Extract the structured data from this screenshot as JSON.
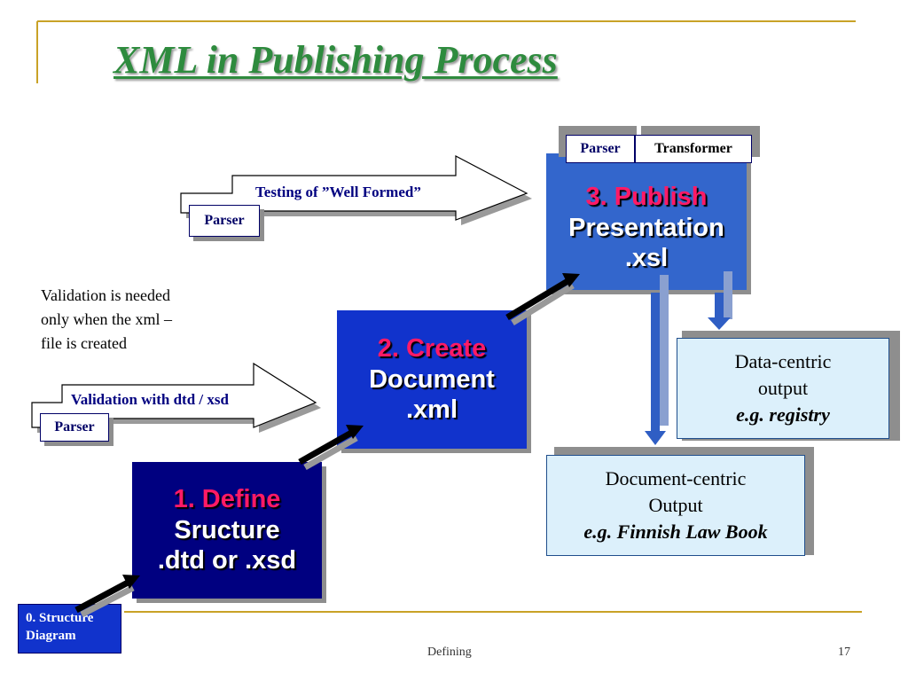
{
  "slide": {
    "title": "XML in Publishing Process",
    "footer_text": "Defining",
    "page_number": "17"
  },
  "steps": {
    "define": {
      "line1": "1. Define",
      "line2": "Sructure",
      "line3": ".dtd or .xsd"
    },
    "create": {
      "line1": "2. Create",
      "line2": "Document",
      "line3": ".xml"
    },
    "publish": {
      "line1": "3. Publish",
      "line2": "Presentation",
      "line3": ".xsl"
    }
  },
  "structure_diagram": {
    "line1": "0. Structure",
    "line2": "Diagram"
  },
  "arrows": {
    "well_formed": "Testing of  ”Well Formed”",
    "validation": "Validation with dtd / xsd"
  },
  "labels": {
    "parser_top": "Parser",
    "parser_bottom": "Parser",
    "parser_publish": "Parser",
    "transformer": "Transformer"
  },
  "note": {
    "line1": "Validation is needed",
    "line2": "only when the xml –",
    "line3": "file is created"
  },
  "outputs": {
    "data_centric": {
      "line1": "Data-centric",
      "line2": "output",
      "line3": "e.g. registry"
    },
    "document_centric": {
      "line1": "Document-centric",
      "line2": "Output",
      "line3": "e.g. Finnish Law Book"
    }
  },
  "colors": {
    "title": "#2e8b3e",
    "accent_lines": "#c9a227",
    "define_box": "#000080",
    "create_box": "#1133cc",
    "publish_box": "#3366cc",
    "step_heading": "#ff1a66",
    "output_fill": "#dcf0fb"
  }
}
